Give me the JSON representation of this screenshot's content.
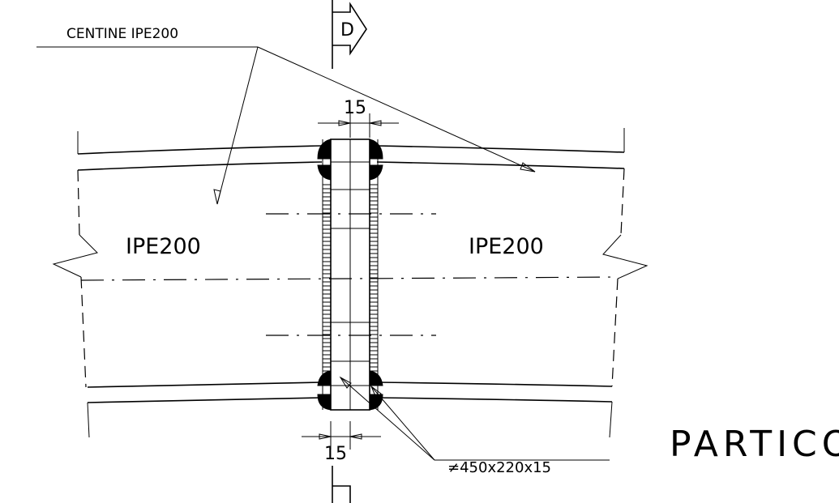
{
  "labels": {
    "leader_top": "CENTINE IPE200",
    "section_marker": "D",
    "dim_top": "15",
    "dim_bottom": "15",
    "beam_left": "IPE200",
    "beam_right": "IPE200",
    "plate": "≠450x220x15",
    "title_partial": "PARTICO"
  }
}
